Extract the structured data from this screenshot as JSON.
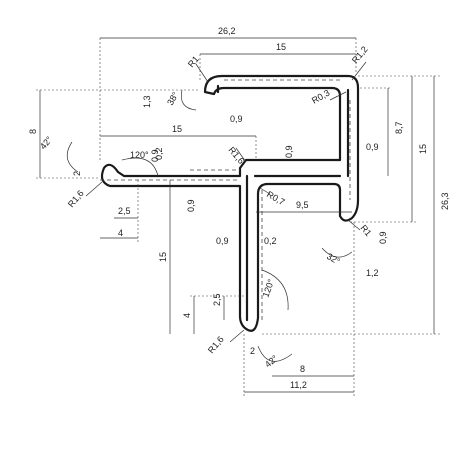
{
  "dimensions": {
    "overall_width": "26,2",
    "top_flange_length": "15",
    "mid_flange_length": "15",
    "overall_height": "26,3",
    "right_height": "15",
    "inner_height": "8,7",
    "left_height": "8",
    "web_height": "15",
    "bottom_width": "11,2",
    "bottom_inner": "8",
    "left_lip_2": "2",
    "left_lip_2_5": "2,5",
    "left_lip_4": "4",
    "bottom_lip_2": "2",
    "bottom_lip_2_5": "2,5",
    "bottom_lip_4": "4",
    "mid_span": "9,5",
    "right_lip": "1,2",
    "hook_gap": "1,3",
    "thickness_a": "0,9",
    "thickness_b": "0,9",
    "thickness_c": "0,9",
    "thickness_d": "0,9",
    "thickness_e": "0,9",
    "thickness_f": "0,9",
    "thickness_g": "0,9",
    "gap_a": "0,2",
    "gap_b": "0,2"
  },
  "radii": {
    "r1_top": "R1",
    "r1_2": "R1,2",
    "r0_3": "R0,3",
    "r1_6_mid": "R1,6",
    "r0_7": "R0,7",
    "r1_6_left": "R1,6",
    "r1_right": "R1",
    "r1_6_bottom": "R1,6"
  },
  "angles": {
    "a42_left": "42°",
    "a120_left": "120°",
    "a38_top": "38°",
    "a32_right": "32°",
    "a120_bottom": "120°",
    "a42_bottom": "42°"
  }
}
